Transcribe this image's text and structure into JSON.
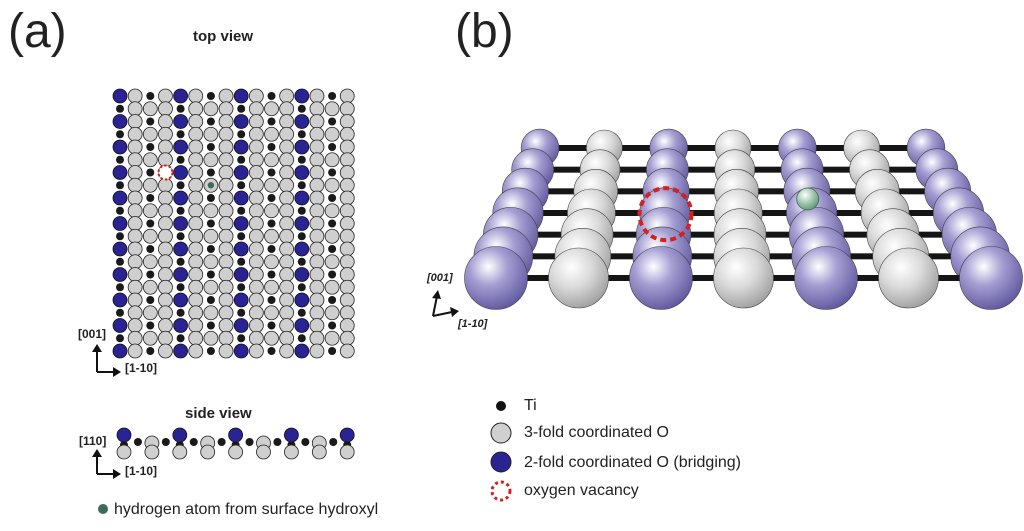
{
  "panels": {
    "a_label": "(a)",
    "b_label": "(b)"
  },
  "panel_a": {
    "top_view_title": "top view",
    "side_view_title": "side view",
    "top_axes": {
      "vertical": "[001]",
      "horizontal": "[1-10]"
    },
    "side_axes": {
      "vertical": "[110]",
      "horizontal": "[1-10]"
    },
    "hydrogen_note": "hydrogen atom from surface hydroxyl"
  },
  "panel_b": {
    "axes": {
      "vertical": "[001]",
      "horizontal": "[1-10]"
    }
  },
  "legend": {
    "items": [
      {
        "label": "Ti",
        "symbol": "ti-dot-icon"
      },
      {
        "label": "3-fold coordinated O",
        "symbol": "grey-sphere-icon"
      },
      {
        "label": "2-fold coordinated O (bridging)",
        "symbol": "blue-sphere-icon"
      },
      {
        "label": "oxygen vacancy",
        "symbol": "vacancy-ring-icon"
      }
    ]
  },
  "colors": {
    "titanium": "#1a1a1a",
    "oxygen_3fold": "#cfcfcf",
    "oxygen_bridging": "#2a2394",
    "oxygen_bridging_3d": "#7c74b8",
    "vacancy": "#d42020",
    "hydrogen": "#3c6b58"
  }
}
